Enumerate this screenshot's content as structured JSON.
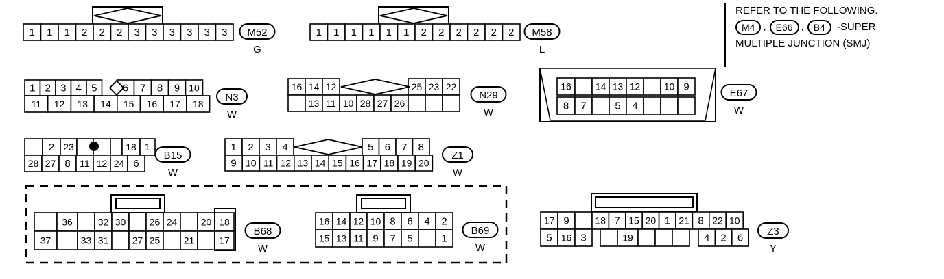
{
  "note": {
    "line1": "REFER TO THE FOLLOWING.",
    "refs": [
      "M4",
      "E66",
      "B4"
    ],
    "sep": ",",
    "suffix": "-SUPER",
    "line3": "MULTIPLE JUNCTION (SMJ)"
  },
  "connectors": [
    {
      "id": "M52",
      "color": "G",
      "rows": [
        [
          "1",
          "1",
          "1",
          "2",
          "2",
          "2",
          "3",
          "3",
          "3",
          "3",
          "3",
          "3"
        ]
      ]
    },
    {
      "id": "M58",
      "color": "L",
      "rows": [
        [
          "1",
          "1",
          "1",
          "1",
          "1",
          "1",
          "2",
          "2",
          "2",
          "2",
          "2",
          "2"
        ]
      ]
    },
    {
      "id": "N3",
      "color": "W",
      "rows": [
        [
          "1",
          "2",
          "3",
          "4",
          "5",
          "6",
          "7",
          "8",
          "9",
          "10"
        ],
        [
          "11",
          "12",
          "13",
          "14",
          "15",
          "16",
          "17",
          "18"
        ]
      ]
    },
    {
      "id": "N29",
      "color": "W",
      "rows": [
        [
          "16",
          "14",
          "12",
          "25",
          "23",
          "22"
        ],
        [
          "13",
          "11",
          "10",
          "28",
          "27",
          "26"
        ]
      ]
    },
    {
      "id": "E67",
      "color": "W",
      "rows": [
        [
          "16",
          "14",
          "13",
          "12",
          "10",
          "9"
        ],
        [
          "8",
          "7",
          "5",
          "4"
        ]
      ]
    },
    {
      "id": "B15",
      "color": "W",
      "rows": [
        [
          "2",
          "23",
          "18",
          "1"
        ],
        [
          "28",
          "27",
          "8",
          "11",
          "12",
          "24",
          "6"
        ]
      ]
    },
    {
      "id": "Z1",
      "color": "W",
      "rows": [
        [
          "1",
          "2",
          "3",
          "4",
          "5",
          "6",
          "7",
          "8"
        ],
        [
          "9",
          "10",
          "11",
          "12",
          "13",
          "14",
          "15",
          "16",
          "17",
          "18",
          "19",
          "20"
        ]
      ]
    },
    {
      "id": "B68",
      "color": "W",
      "rows": [
        [
          "36",
          "32",
          "30",
          "26",
          "24",
          "20",
          "18"
        ],
        [
          "37",
          "33",
          "31",
          "27",
          "25",
          "21",
          "17"
        ]
      ]
    },
    {
      "id": "B69",
      "color": "W",
      "rows": [
        [
          "16",
          "14",
          "12",
          "10",
          "8",
          "6",
          "4",
          "2"
        ],
        [
          "15",
          "13",
          "11",
          "9",
          "7",
          "5",
          "1"
        ]
      ]
    },
    {
      "id": "Z3",
      "color": "Y",
      "rows": [
        [
          "17",
          "9",
          "18",
          "7",
          "15",
          "20",
          "1",
          "21",
          "8",
          "22",
          "10"
        ],
        [
          "5",
          "16",
          "3",
          "19",
          "4",
          "2",
          "6"
        ]
      ]
    }
  ]
}
